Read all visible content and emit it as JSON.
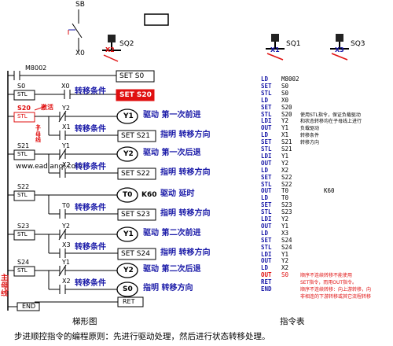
{
  "top": {
    "sb_label": "SB",
    "x0_label": "X0",
    "sq1_label": "SQ1",
    "sq2_label": "SQ2",
    "sq3_label": "SQ3",
    "x1_label": "X1",
    "x2_label": "X2",
    "x3_label": "X3"
  },
  "ladder": {
    "m8002": "M8002",
    "set_s0": "SET  S0",
    "s0": "S0",
    "x0": "X0",
    "stl": "STL",
    "set_s20": "SET  S20",
    "cond": "转移条件",
    "s20": "S20",
    "activate": "激活",
    "y2": "Y2",
    "x1": "X1",
    "sub_bus": "子母线",
    "y1": "Y1",
    "drive_fwd1": "驱动  第一次前进",
    "set_s21": "SET  S21",
    "set_s21_desc": "指明 转移方向",
    "s21": "S21",
    "x2": "X2",
    "drive_back1": "驱动  第一次后退",
    "set_s22": "SET  S22",
    "set_s22_desc": "指明 转移方向",
    "watermark": "www.eadianqi.com",
    "s22": "S22",
    "t0": "T0",
    "k60": "K60",
    "delay": "驱动      延时",
    "set_s23": "SET  S23",
    "set_s23_desc": "指明 转移方向",
    "s23": "S23",
    "x3": "X3",
    "drive_fwd2": "驱动  第二次前进",
    "set_s24": "SET  S24",
    "set_s24_desc": "指明 转移方向",
    "s24": "S24",
    "drive_back2": "驱动  第二次后退",
    "s0_coil": "S0",
    "s0_desc": "指明 转移方向",
    "ret": "RET",
    "main_bus": "主母线",
    "end": "END",
    "title": "梯形图"
  },
  "instructions": {
    "title": "指令表",
    "rows": [
      {
        "op": "LD",
        "arg": "M8002",
        "note": "",
        "red": false
      },
      {
        "op": "SET",
        "arg": "S0",
        "note": "",
        "red": false
      },
      {
        "op": "STL",
        "arg": "S0",
        "note": "",
        "red": false
      },
      {
        "op": "LD",
        "arg": "X0",
        "note": "",
        "red": false
      },
      {
        "op": "SET",
        "arg": "S20",
        "note": "",
        "red": false
      },
      {
        "op": "STL",
        "arg": "S20",
        "note": "使用STL指令，保证负载驱动",
        "red": false
      },
      {
        "op": "LDI",
        "arg": "Y2",
        "note": "和状态转移均在子母线上进行",
        "red": false
      },
      {
        "op": "OUT",
        "arg": "Y1",
        "note": "负载驱动",
        "red": false
      },
      {
        "op": "LD",
        "arg": "X1",
        "note": "转移条件",
        "red": false
      },
      {
        "op": "SET",
        "arg": "S21",
        "note": "转移方向",
        "red": false
      },
      {
        "op": "STL",
        "arg": "S21",
        "note": "",
        "red": false
      },
      {
        "op": "LDI",
        "arg": "Y1",
        "note": "",
        "red": false
      },
      {
        "op": "OUT",
        "arg": "Y2",
        "note": "",
        "red": false
      },
      {
        "op": "LD",
        "arg": "X2",
        "note": "",
        "red": false
      },
      {
        "op": "SET",
        "arg": "S22",
        "note": "",
        "red": false
      },
      {
        "op": "STL",
        "arg": "S22",
        "note": "",
        "red": false
      },
      {
        "op": "OUT",
        "arg": "T0",
        "note": "",
        "extra": "K60",
        "red": false
      },
      {
        "op": "LD",
        "arg": "T0",
        "note": "",
        "red": false
      },
      {
        "op": "SET",
        "arg": "S23",
        "note": "",
        "red": false
      },
      {
        "op": "STL",
        "arg": "S23",
        "note": "",
        "red": false
      },
      {
        "op": "LDI",
        "arg": "Y2",
        "note": "",
        "red": false
      },
      {
        "op": "OUT",
        "arg": "Y1",
        "note": "",
        "red": false
      },
      {
        "op": "LD",
        "arg": "X3",
        "note": "",
        "red": false
      },
      {
        "op": "SET",
        "arg": "S24",
        "note": "",
        "red": false
      },
      {
        "op": "STL",
        "arg": "S24",
        "note": "",
        "red": false
      },
      {
        "op": "LDI",
        "arg": "Y1",
        "note": "",
        "red": false
      },
      {
        "op": "OUT",
        "arg": "Y2",
        "note": "",
        "red": false
      },
      {
        "op": "LD",
        "arg": "X2",
        "note": "",
        "red": false
      },
      {
        "op": "OUT",
        "arg": "S0",
        "note": "顺序不连续转移不能使用",
        "red": true
      },
      {
        "op": "RET",
        "arg": "",
        "note": "SET指令，而用OUT指令。",
        "red": false
      },
      {
        "op": "END",
        "arg": "",
        "note": "顺序不连续转移：向上游转移，向",
        "red": false
      },
      {
        "op": "",
        "arg": "",
        "note": "非相连的下游转移或其它流程转移",
        "red": false
      }
    ]
  },
  "caption": "步进顺控指令的编程原则：先进行驱动处理，然后进行状态转移处理。",
  "colors": {
    "accent_red": "#e01010",
    "note_blue": "#1a1aa8",
    "line": "#000000"
  }
}
